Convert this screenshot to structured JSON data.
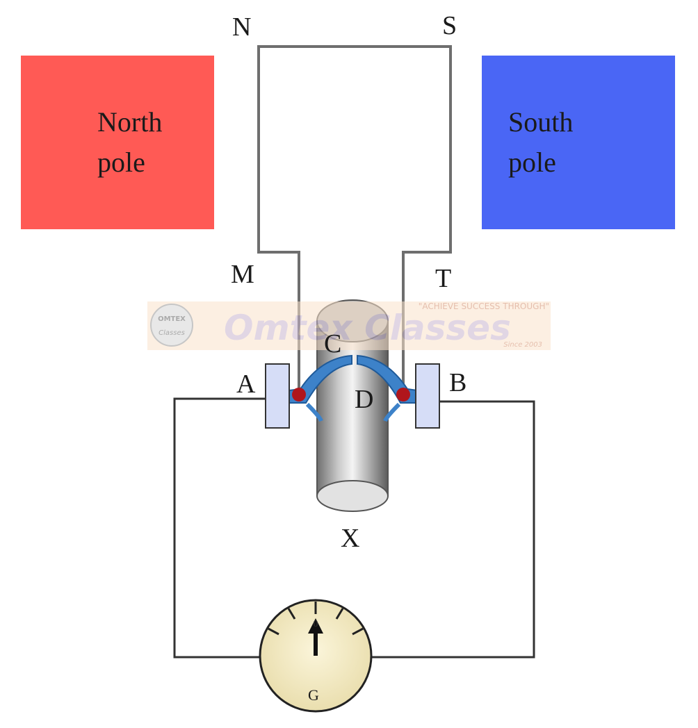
{
  "labels": {
    "N": "N",
    "S": "S",
    "M": "M",
    "T": "T",
    "A": "A",
    "B": "B",
    "C": "C",
    "D": "D",
    "X": "X",
    "G": "G"
  },
  "north_pole": {
    "line1": "North",
    "line2": "pole",
    "color": "#ff5a55"
  },
  "south_pole": {
    "line1": "South",
    "line2": "pole",
    "color": "#4a66f5"
  },
  "watermark": {
    "name": "Omtex Classes",
    "tagline": "\"ACHIEVE SUCCESS THROUGH\"",
    "since": "Since 2003",
    "badge_top": "OMTEX",
    "badge_bottom": "Classes"
  },
  "galvanometer": {
    "zero_mark": "0"
  },
  "colors": {
    "wire": "#6e6e6e",
    "brush": "#d6ddf7",
    "split_ring": "#3d82c9",
    "contact": "#b0161c",
    "dial": "#f2e9c0"
  }
}
